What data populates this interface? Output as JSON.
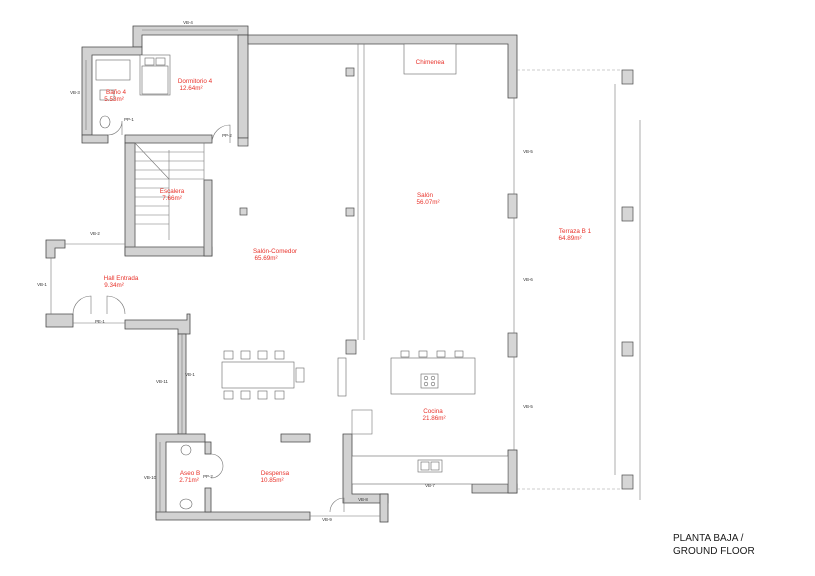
{
  "rooms": {
    "dormitorio4": {
      "name": "Dormitorio 4",
      "area": "12.64m²"
    },
    "bano4": {
      "name": "Baño 4",
      "area": "5.53m²"
    },
    "escalera": {
      "name": "Escalera",
      "area": "7.66m²"
    },
    "salon_comedor": {
      "name": "Salón-Comedor",
      "area": "65.69m²"
    },
    "hall": {
      "name": "Hall Entrada",
      "area": "9.34m²"
    },
    "salon": {
      "name": "Salón",
      "area": "56.07m²"
    },
    "terraza": {
      "name": "Terraza B 1",
      "area": "64.89m²"
    },
    "cocina": {
      "name": "Cocina",
      "area": "21.86m²"
    },
    "aseo": {
      "name": "Aseo B",
      "area": "2.71m²"
    },
    "despensa": {
      "name": "Despensa",
      "area": "10.85m²"
    },
    "chimenea": "Chimenea"
  },
  "codes": {
    "vb4": "VB-4",
    "vb3": "VB-3",
    "pp1": "PP-1",
    "pp2a": "PP-2",
    "vb2": "VB-2",
    "vb1a": "VB-1",
    "pe1": "PE-1",
    "vb11": "VB-11",
    "vb1b": "VB-1",
    "vb10": "VB-10",
    "pp2b": "PP-2",
    "vb9": "VB-9",
    "vb8": "VB-8",
    "vb7": "VB-7",
    "vb5a": "VB-5",
    "vb6": "VB-6",
    "vb5b": "VB-5"
  },
  "sheet_title": {
    "line1": "PLANTA BAJA /",
    "line2": "GROUND FLOOR"
  }
}
